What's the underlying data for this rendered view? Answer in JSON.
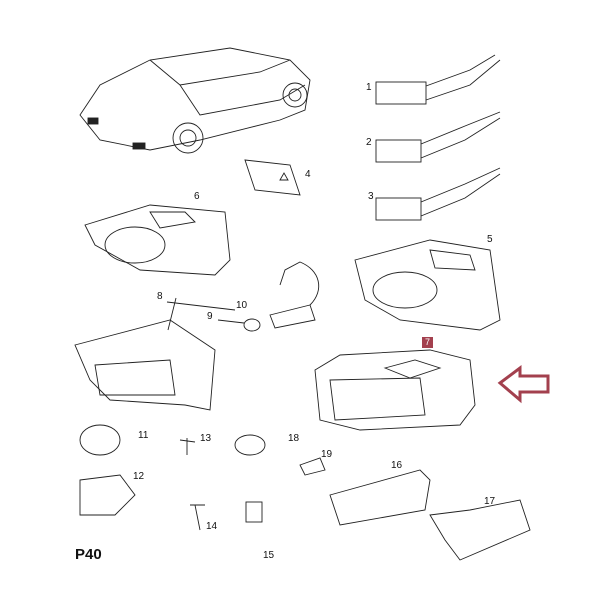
{
  "diagram": {
    "code": "P40",
    "highlighted_part": "7",
    "accent_color": "#a3404e",
    "parts": [
      {
        "id": "1",
        "label": "1"
      },
      {
        "id": "2",
        "label": "2"
      },
      {
        "id": "3",
        "label": "3"
      },
      {
        "id": "4",
        "label": "4"
      },
      {
        "id": "5",
        "label": "5"
      },
      {
        "id": "6",
        "label": "6"
      },
      {
        "id": "7",
        "label": "7"
      },
      {
        "id": "8",
        "label": "8"
      },
      {
        "id": "9",
        "label": "9"
      },
      {
        "id": "10",
        "label": "10"
      },
      {
        "id": "11",
        "label": "11"
      },
      {
        "id": "12",
        "label": "12"
      },
      {
        "id": "13",
        "label": "13"
      },
      {
        "id": "14",
        "label": "14"
      },
      {
        "id": "15",
        "label": "15"
      },
      {
        "id": "16",
        "label": "16"
      },
      {
        "id": "17",
        "label": "17"
      },
      {
        "id": "18",
        "label": "18"
      },
      {
        "id": "19",
        "label": "19"
      }
    ]
  }
}
